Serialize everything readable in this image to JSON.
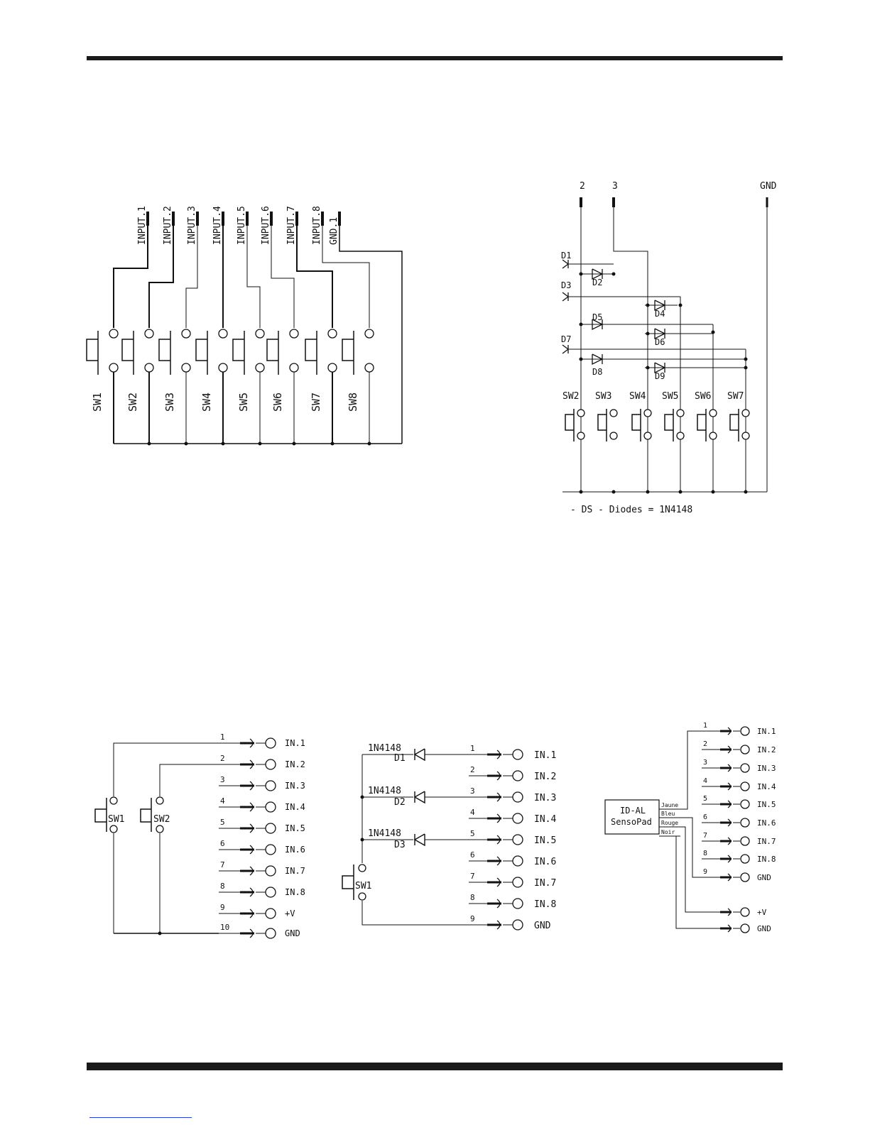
{
  "diagram1": {
    "inputs": [
      "INPUT.1",
      "INPUT.2",
      "INPUT.3",
      "INPUT.4",
      "INPUT.5",
      "INPUT.6",
      "INPUT.7",
      "INPUT.8",
      "GND.1"
    ],
    "switches": [
      "SW1",
      "SW2",
      "SW3",
      "SW4",
      "SW5",
      "SW6",
      "SW7",
      "SW8"
    ]
  },
  "diagram2": {
    "pins": [
      "2",
      "3",
      "GND"
    ],
    "diodes_left": [
      "D1",
      "D3",
      "D7"
    ],
    "diodes": [
      "D2",
      "D4",
      "D5",
      "D6",
      "D8",
      "D9"
    ],
    "switches": [
      "SW2",
      "SW3",
      "SW4",
      "SW5",
      "SW6",
      "SW7"
    ],
    "note": "- DS - Diodes = 1N4148"
  },
  "diagram3": {
    "numbers": [
      "1",
      "2",
      "3",
      "4",
      "5",
      "6",
      "7",
      "8",
      "9",
      "10"
    ],
    "labels": [
      "IN.1",
      "IN.2",
      "IN.3",
      "IN.4",
      "IN.5",
      "IN.6",
      "IN.7",
      "IN.8",
      "+V",
      "GND"
    ],
    "switches": [
      "SW1",
      "SW2"
    ]
  },
  "diagram4": {
    "numbers": [
      "1",
      "2",
      "3",
      "4",
      "5",
      "6",
      "7",
      "8",
      "9"
    ],
    "labels": [
      "IN.1",
      "IN.2",
      "IN.3",
      "IN.4",
      "IN.5",
      "IN.6",
      "IN.7",
      "IN.8",
      "GND"
    ],
    "diode_part": "1N4148",
    "diodes": [
      "D1",
      "D2",
      "D3"
    ],
    "switch": "SW1"
  },
  "diagram5": {
    "box_lines": [
      "ID-AL",
      "SensoPad"
    ],
    "wires": [
      "Jaune",
      "Bleu",
      "Rouge",
      "Noir"
    ],
    "numbers": [
      "1",
      "2",
      "3",
      "4",
      "5",
      "6",
      "7",
      "8",
      "9"
    ],
    "labels": [
      "IN.1",
      "IN.2",
      "IN.3",
      "IN.4",
      "IN.5",
      "IN.6",
      "IN.7",
      "IN.8",
      "GND",
      "+V",
      "GND"
    ]
  }
}
